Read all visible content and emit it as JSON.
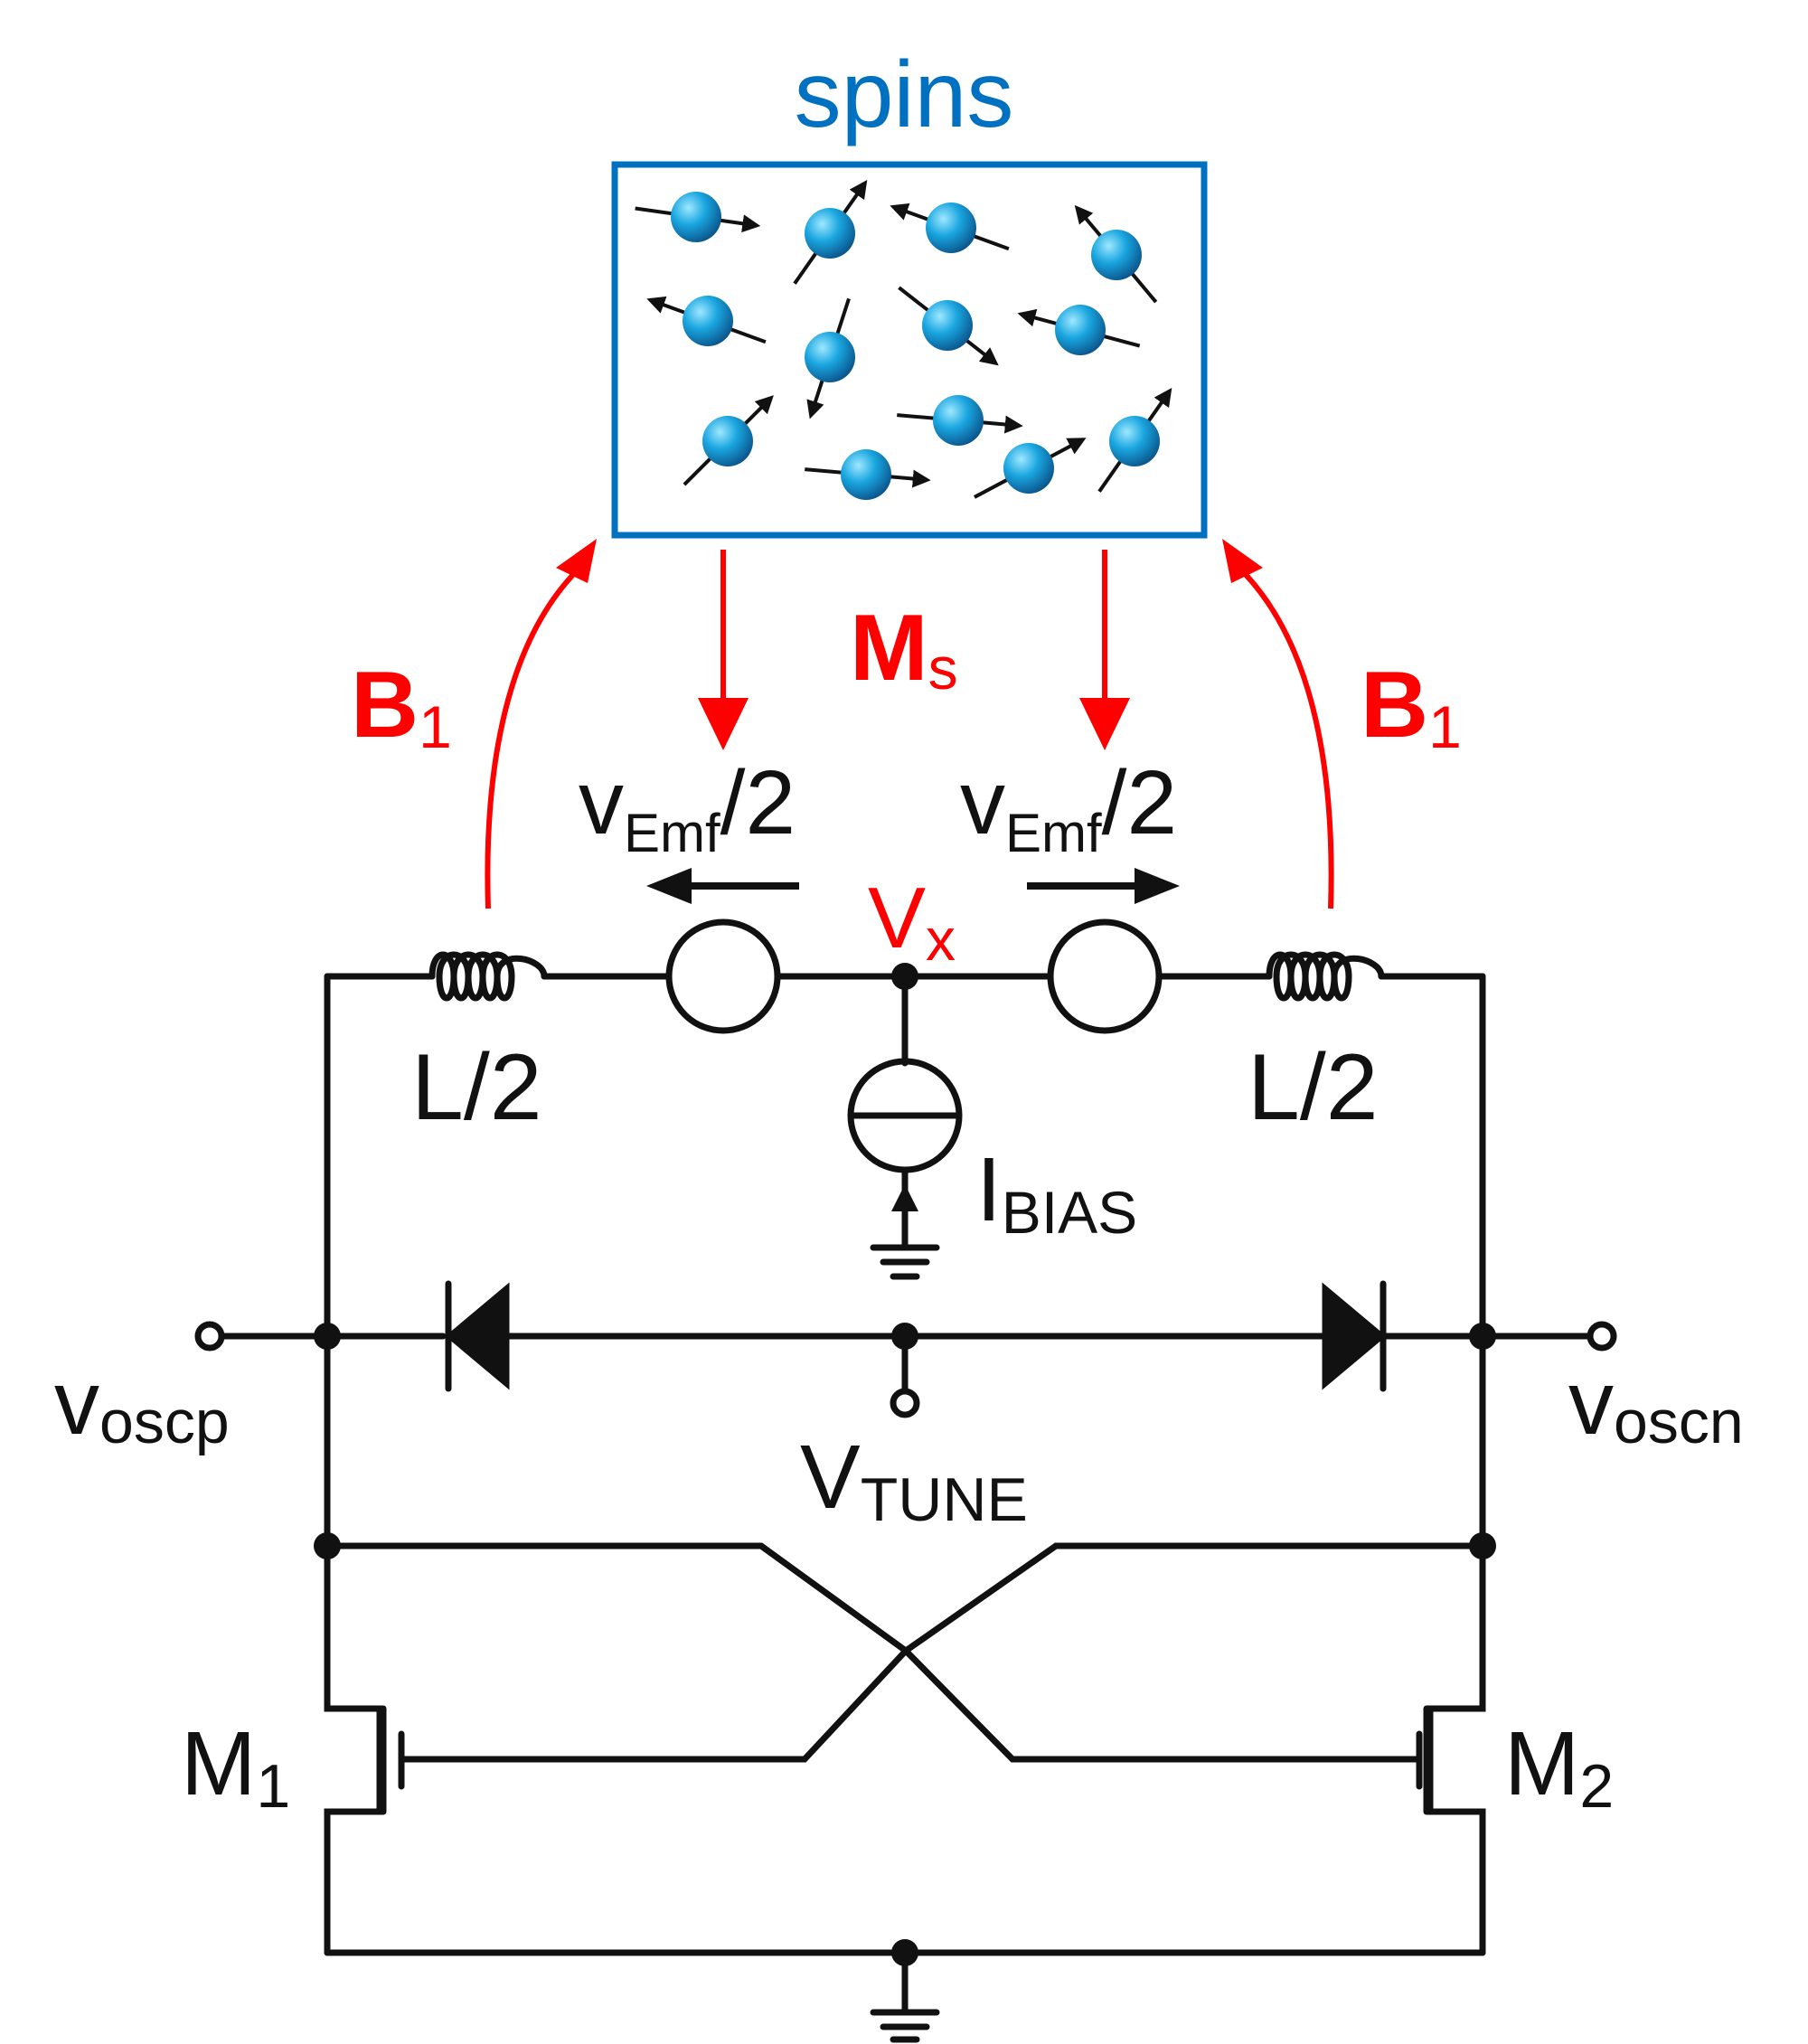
{
  "colors": {
    "wire": "#111111",
    "accent_red": "#ff0000",
    "spin_blue": "#0070c0",
    "sphere_light": "#7fdcff",
    "sphere_mid": "#1aa6e0",
    "sphere_dark": "#0a4f86"
  },
  "labels": {
    "spins": "spins",
    "b1_left": {
      "main": "B",
      "sub": "1"
    },
    "b1_right": {
      "main": "B",
      "sub": "1"
    },
    "ms": {
      "main": "M",
      "sub": "s"
    },
    "vemf_left": {
      "main": "v",
      "sub": "Emf",
      "suffix": "/2"
    },
    "vemf_right": {
      "main": "v",
      "sub": "Emf",
      "suffix": "/2"
    },
    "vx": {
      "main": "V",
      "sub": "x"
    },
    "l_left": "L/2",
    "l_right": "L/2",
    "ibias": {
      "main": "I",
      "sub": "BIAS"
    },
    "voscp": {
      "main": "v",
      "sub": "oscp"
    },
    "voscn": {
      "main": "v",
      "sub": "oscn"
    },
    "vtune": {
      "main": "V",
      "sub": "TUNE"
    },
    "m1": {
      "main": "M",
      "sub": "1"
    },
    "m2": {
      "main": "M",
      "sub": "2"
    }
  },
  "icons": {
    "spin_particle": "sphere-with-arrow",
    "inductor": "coil-icon",
    "voltage_source": "circle-source-icon",
    "current_source": "current-source-icon",
    "varactor": "diode-icon",
    "ground": "ground-icon",
    "transistor": "nmos-icon"
  }
}
